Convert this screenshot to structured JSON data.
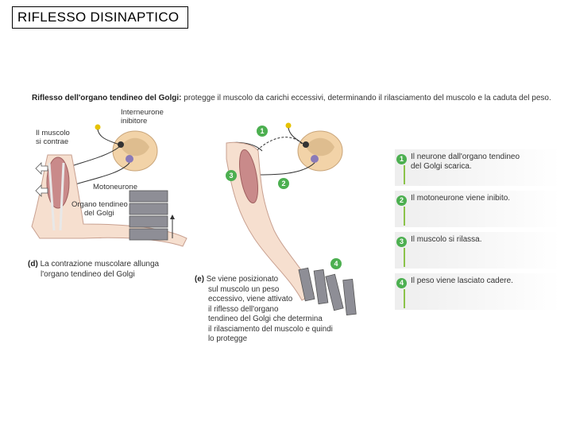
{
  "slide": {
    "title": "RIFLESSO DISINAPTICO"
  },
  "figure": {
    "title_bold": "Riflesso dell'organo tendineo del Golgi:",
    "title_rest": " protegge il muscolo da carichi eccessivi, determinando il rilasciamento del muscolo e la caduta del peso.",
    "labels": {
      "interneurone_1": "Interneurone",
      "interneurone_2": "inibitore",
      "muscolo_1": "Il muscolo",
      "muscolo_2": "si contrae",
      "motoneurone": "Motoneurone",
      "organo_1": "Organo tendineo",
      "organo_2": "del Golgi"
    },
    "caption_d": {
      "letter": "(d)",
      "line1": "La contrazione muscolare allunga",
      "line2": "l'organo tendineo del Golgi"
    },
    "caption_e": {
      "letter": "(e)",
      "lines": [
        "Se viene posizionato",
        "sul muscolo un peso",
        "eccessivo, viene attivato",
        "il riflesso dell'organo",
        "tendineo del Golgi che determina",
        "il rilasciamento del muscolo e quindi",
        "lo protegge"
      ]
    },
    "markers": [
      "1",
      "2",
      "3",
      "4"
    ],
    "steps": [
      {
        "num": "1",
        "line1": "Il neurone dall'organo tendineo",
        "line2": "del Golgi scarica."
      },
      {
        "num": "2",
        "line1": "Il motoneurone viene inibito.",
        "line2": ""
      },
      {
        "num": "3",
        "line1": "Il muscolo si rilassa.",
        "line2": ""
      },
      {
        "num": "4",
        "line1": "Il peso viene lasciato cadere.",
        "line2": ""
      }
    ],
    "colors": {
      "step_badge": "#4caf50",
      "muscle": "#c98a8a",
      "neuron_yellow": "#e6c200",
      "cord": "#f2d3a8"
    }
  }
}
